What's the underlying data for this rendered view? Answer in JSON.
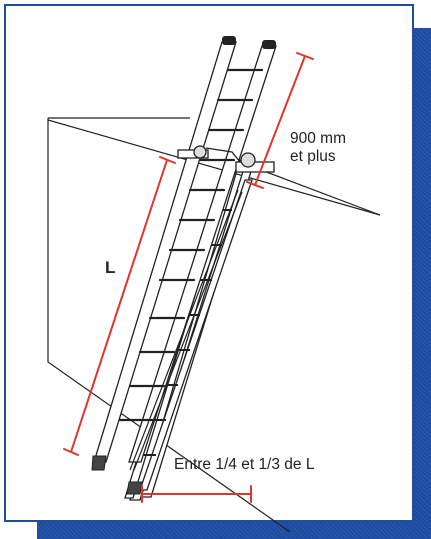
{
  "labels": {
    "length": "L",
    "height_line1": "900 mm",
    "height_line2": "et plus",
    "base_distance": "Entre 1/4 et 1/3 de L"
  },
  "colors": {
    "frame_blue": "#1e4e9e",
    "shadow_blue": "#1b4aa0",
    "dimension_red": "#e0342c",
    "line_dark": "#222222",
    "ladder_fill": "#ffffff"
  },
  "icons": {
    "ladder": "extension-ladder-illustration",
    "wall": "roof-edge-illustration"
  }
}
